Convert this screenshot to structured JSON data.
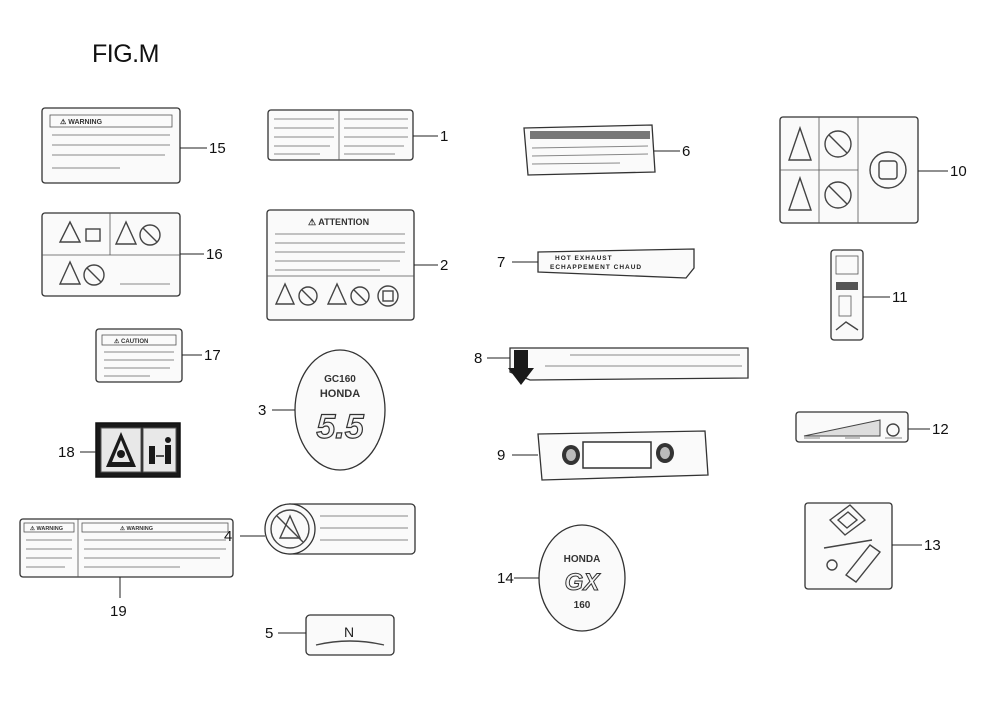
{
  "figure": {
    "title": "FIG.M",
    "callouts": {
      "c1": "1",
      "c2": "2",
      "c3": "3",
      "c4": "4",
      "c5": "5",
      "c6": "6",
      "c7": "7",
      "c8": "8",
      "c9": "9",
      "c10": "10",
      "c11": "11",
      "c12": "12",
      "c13": "13",
      "c14": "14",
      "c15": "15",
      "c16": "16",
      "c17": "17",
      "c18": "18",
      "c19": "19"
    },
    "label_text": {
      "warning": "⚠ WARNING",
      "attention": "⚠ ATTENTION",
      "caution": "⚠ CAUTION",
      "hot_exhaust": "HOT EXHAUST",
      "echappement": "ECHAPPEMENT CHAUD",
      "brand": "HONDA",
      "engine_model": "GC160",
      "hp_rating": "5.5",
      "gx_brand": "HONDA",
      "gx_logo": "GX",
      "gx_model": "160"
    }
  }
}
